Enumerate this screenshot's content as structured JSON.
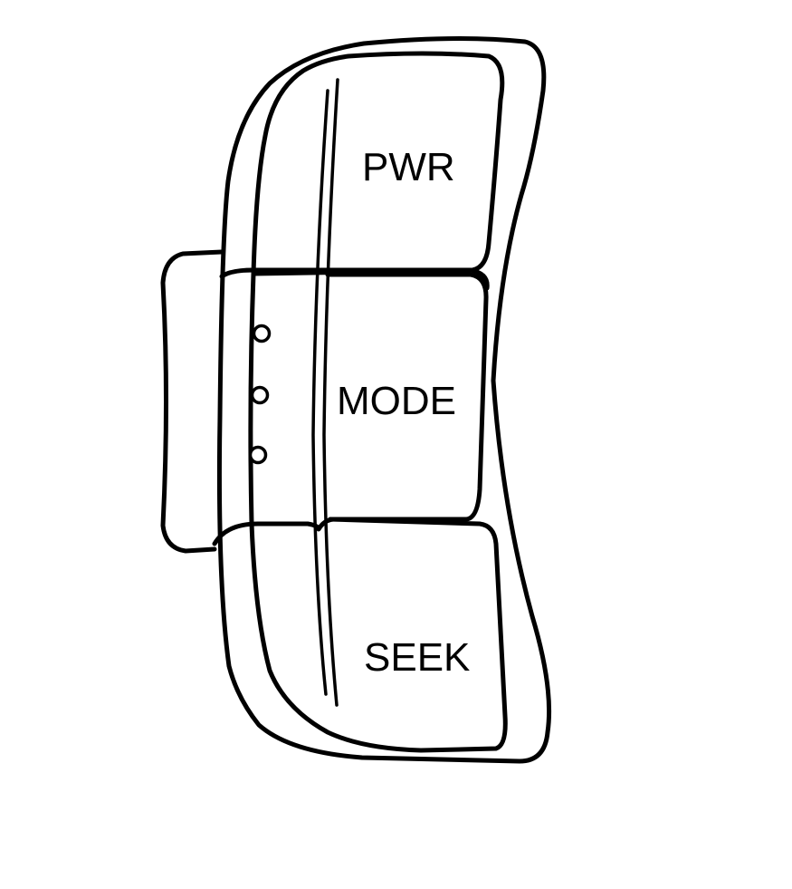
{
  "buttons": {
    "power": {
      "label": "PWR"
    },
    "mode": {
      "label": "MODE"
    },
    "seek": {
      "label": "SEEK"
    }
  },
  "indicator_count": 3,
  "colors": {
    "line": "#000000",
    "background": "#ffffff"
  }
}
